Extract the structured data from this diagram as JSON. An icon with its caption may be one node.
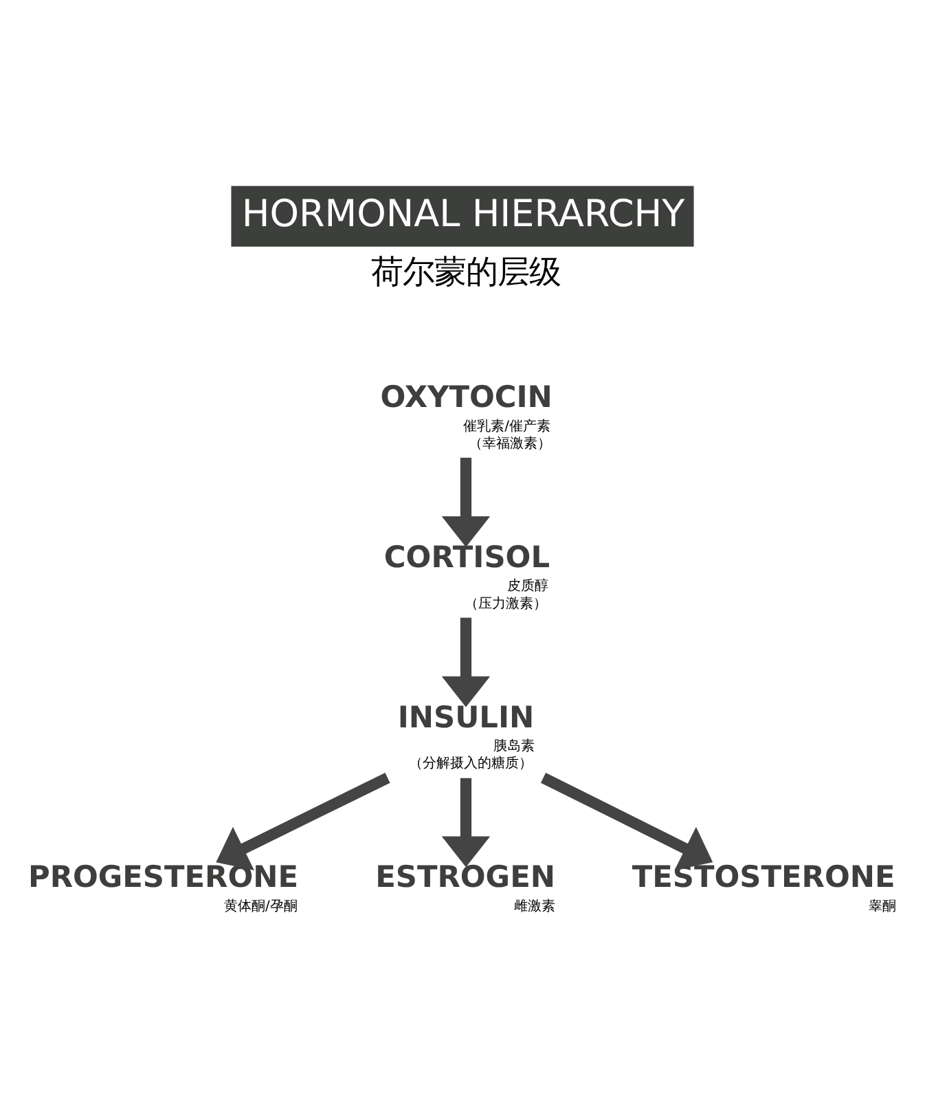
{
  "diagram": {
    "title": "HORMONAL HIERARCHY",
    "nodes": [
      {
        "text": [
          "OXYTOCIN"
        ],
        "beside": [
          "催乳素/催产素",
          "（幸福激素）"
        ]
      },
      {
        "text": [
          "CORTISOL"
        ],
        "beside": [
          "皮质醇",
          "（压力激素）"
        ]
      },
      {
        "text": [
          "INSULIN"
        ],
        "beside": [
          "胰岛素",
          "（分解摄入的糖质）"
        ]
      },
      {
        "text": [
          "ESTROGEN"
        ],
        "beside": [
          "雌激素"
        ]
      },
      {
        "text": [
          "PROGESTERONE"
        ],
        "beside": [
          "黄体酮/孕酮"
        ]
      },
      {
        "text": [
          "TESTOSTERONE"
        ],
        "beside": [
          "睾酮"
        ]
      }
    ],
    "edges": [
      {
        "from": 0,
        "to": 1,
        "arrow": "to"
      },
      {
        "from": 1,
        "to": 2,
        "arrow": "to"
      },
      {
        "from": 2,
        "to": 4,
        "arrow": "to"
      },
      {
        "from": 2,
        "to": 3,
        "arrow": "to"
      },
      {
        "from": 2,
        "to": 5,
        "arrow": "to"
      }
    ],
    "labels": [
      "荷尔蒙的层级"
    ]
  }
}
